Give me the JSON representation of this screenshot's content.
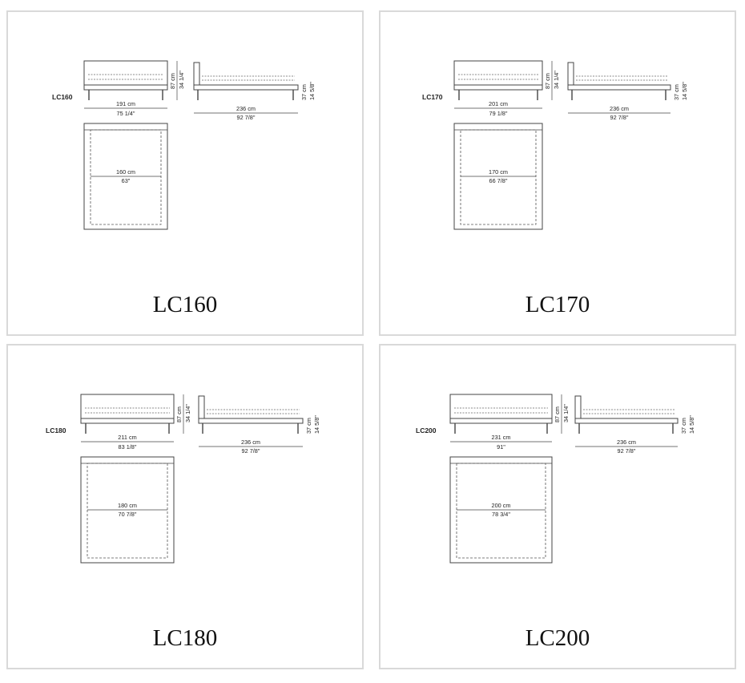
{
  "panels": [
    {
      "caption": "LC160",
      "model_label": "LC160",
      "height_cm": "87 cm",
      "height_in": "34 1/4\"",
      "front_width_cm": "191 cm",
      "front_width_in": "75 1/4\"",
      "side_length_cm": "236 cm",
      "side_length_in": "92 7/8\"",
      "side_height_cm": "37 cm",
      "side_height_in": "14 5/8\"",
      "mattress_width_cm": "160 cm",
      "mattress_width_in": "63\""
    },
    {
      "caption": "LC170",
      "model_label": "LC170",
      "height_cm": "87 cm",
      "height_in": "34 1/4\"",
      "front_width_cm": "201 cm",
      "front_width_in": "79 1/8\"",
      "side_length_cm": "236 cm",
      "side_length_in": "92 7/8\"",
      "side_height_cm": "37 cm",
      "side_height_in": "14 5/8\"",
      "mattress_width_cm": "170 cm",
      "mattress_width_in": "66 7/8\""
    },
    {
      "caption": "LC180",
      "model_label": "LC180",
      "height_cm": "87 cm",
      "height_in": "34 1/4\"",
      "front_width_cm": "211 cm",
      "front_width_in": "83 1/8\"",
      "side_length_cm": "236 cm",
      "side_length_in": "92 7/8\"",
      "side_height_cm": "37 cm",
      "side_height_in": "14 5/8\"",
      "mattress_width_cm": "180 cm",
      "mattress_width_in": "70 7/8\""
    },
    {
      "caption": "LC200",
      "model_label": "LC200",
      "height_cm": "87 cm",
      "height_in": "34 1/4\"",
      "front_width_cm": "231 cm",
      "front_width_in": "91\"",
      "side_length_cm": "236 cm",
      "side_length_in": "92 7/8\"",
      "side_height_cm": "37 cm",
      "side_height_in": "14 5/8\"",
      "mattress_width_cm": "200 cm",
      "mattress_width_in": "78 3/4\""
    }
  ]
}
